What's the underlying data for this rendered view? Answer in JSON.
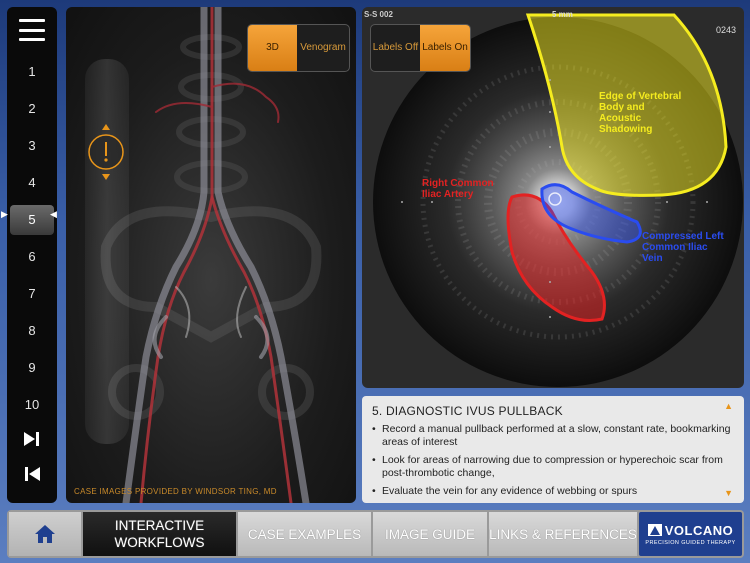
{
  "steps": {
    "items": [
      "1",
      "2",
      "3",
      "4",
      "5",
      "6",
      "7",
      "8",
      "9",
      "10"
    ],
    "active_index": 4
  },
  "panel3d": {
    "toggle": {
      "option_a": "3D",
      "option_b": "Venogram",
      "selected": "3D"
    },
    "credit": "CASE IMAGES PROVIDED BY WINDSOR TING, MD"
  },
  "ivus": {
    "toggle": {
      "option_a": "Labels Off",
      "option_b": "Labels On",
      "selected": "Labels On"
    },
    "top_left_code": "S-S 002",
    "scale": "5 mm",
    "frame": "0243",
    "labels": {
      "vertebral": "Edge of Vertebral Body and Acoustic Shadowing",
      "artery": "Right Common Iliac Artery",
      "vein": "Compressed Left Common Iliac Vein"
    },
    "colors": {
      "vertebral": "#f5ec1f",
      "artery": "#e32222",
      "vein": "#2a4cf0"
    }
  },
  "text": {
    "title": "5. DIAGNOSTIC IVUS PULLBACK",
    "bullets": [
      "Record a manual pullback performed at a slow, constant rate, bookmarking areas of interest",
      "Look for areas of narrowing due to compression or hyperechoic scar from post-thrombotic change,",
      "Evaluate the vein for any evidence of webbing or spurs"
    ]
  },
  "tabs": {
    "workflows": "INTERACTIVE WORKFLOWS",
    "cases": "CASE EXAMPLES",
    "guide": "IMAGE GUIDE",
    "links": "LINKS & REFERENCES"
  },
  "brand": {
    "name": "VOLCANO",
    "tagline": "PRECISION GUIDED THERAPY"
  },
  "accent": "#e8951a",
  "icons": [
    "menu-icon",
    "home-icon",
    "skip-forward-icon",
    "skip-back-icon",
    "chevron-up-icon",
    "chevron-down-icon",
    "slider-knob-icon",
    "volcano-logo-icon"
  ]
}
